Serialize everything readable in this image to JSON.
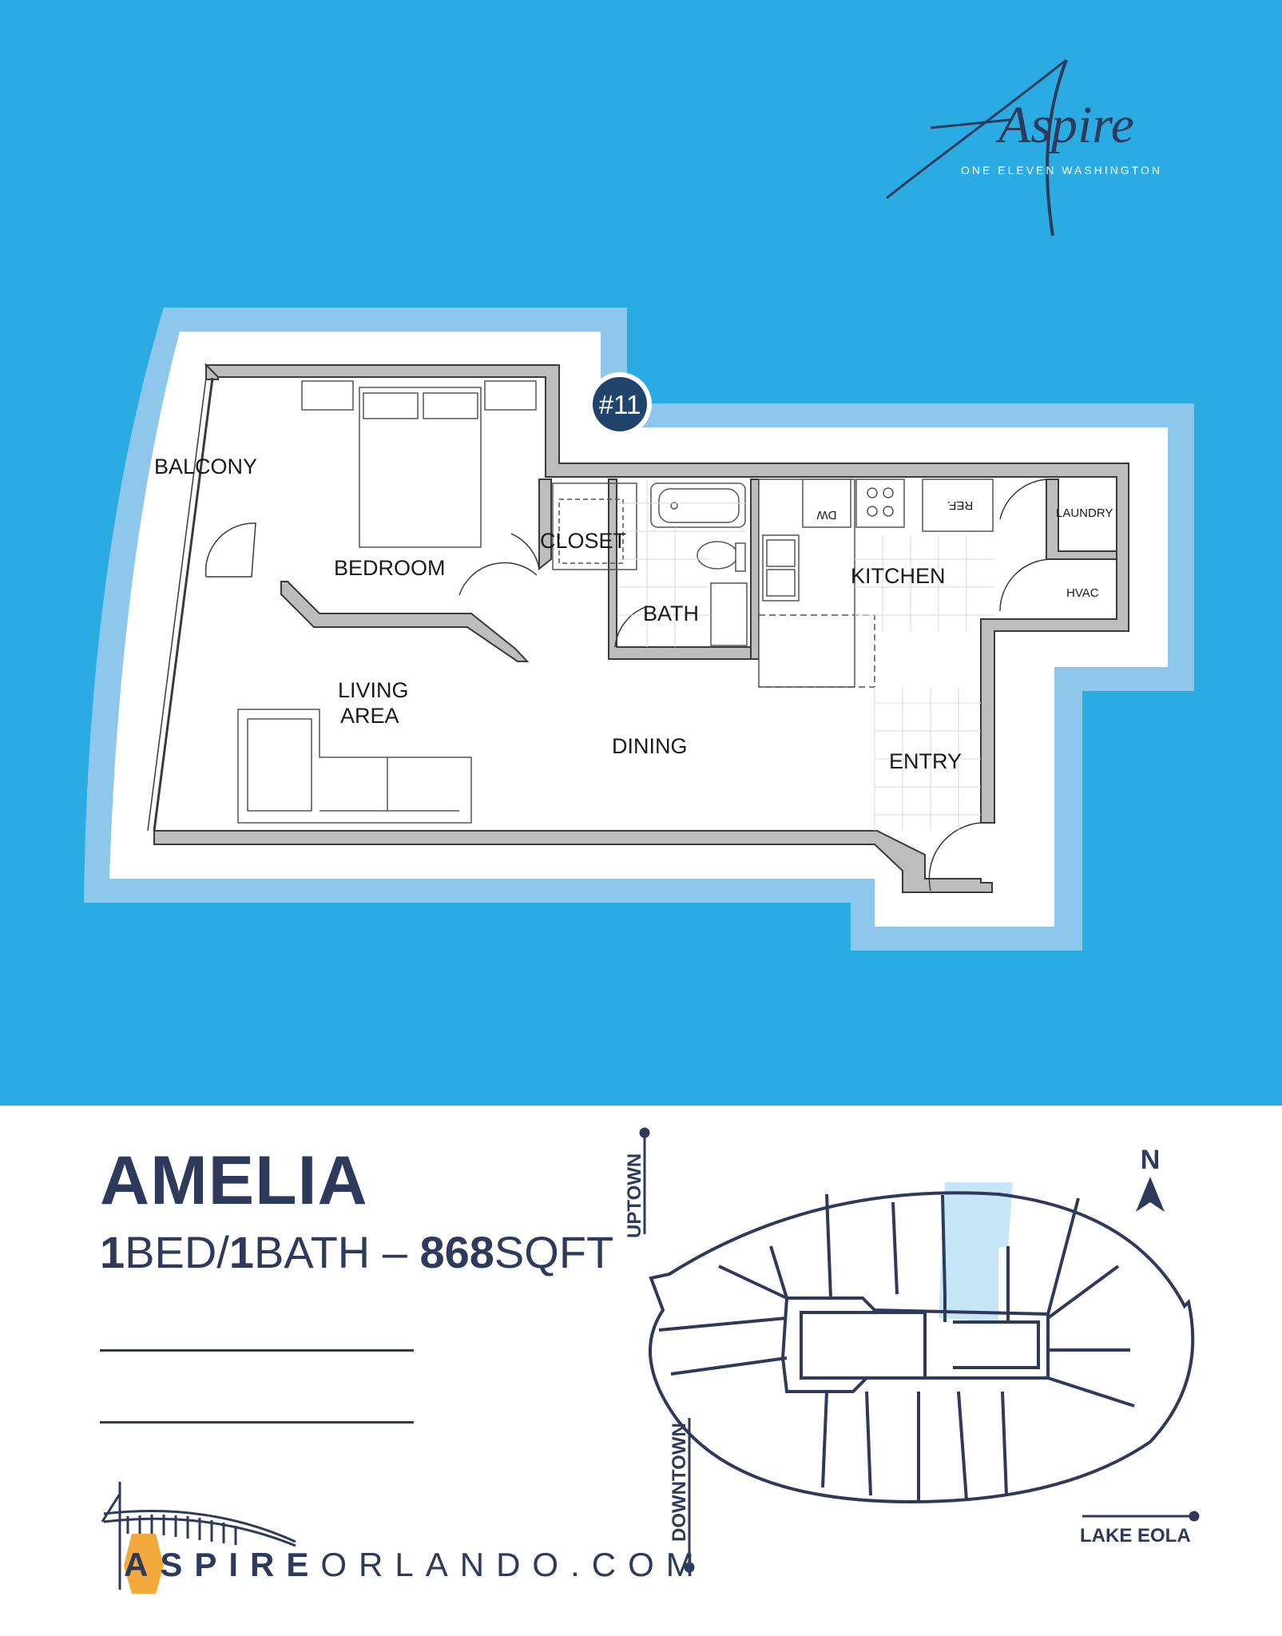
{
  "brand": {
    "logo_word": "Aspire",
    "logo_tagline": "ONE ELEVEN   WASHINGTON",
    "website_prefix": "ASPIRE",
    "website_suffix": "ORLANDO.COM",
    "colors": {
      "sky": "#2AACE2",
      "navy": "#2D3A5C",
      "pale_blue": "#8DC8EC",
      "highlight": "#C7E6F8",
      "accent": "#F3A93C"
    }
  },
  "floorplan": {
    "unit_badge": "#11",
    "rooms": {
      "balcony": "BALCONY",
      "bedroom": "BEDROOM",
      "closet": "CLOSET",
      "bath": "BATH",
      "kitchen": "KITCHEN",
      "laundry": "LAUNDRY",
      "hvac": "HVAC",
      "living_line1": "LIVING",
      "living_line2": "AREA",
      "dining": "DINING",
      "entry": "ENTRY",
      "dishwasher": "DW",
      "refrigerator": "REF."
    }
  },
  "unit": {
    "name": "AMELIA",
    "beds": "1",
    "bed_label": "BED/",
    "baths": "1",
    "bath_label": "BATH – ",
    "sqft": "868",
    "sqft_label": "SQFT"
  },
  "keyplan": {
    "north": "N",
    "uptown": "UPTOWN",
    "downtown": "DOWNTOWN",
    "lake": "LAKE EOLA"
  }
}
